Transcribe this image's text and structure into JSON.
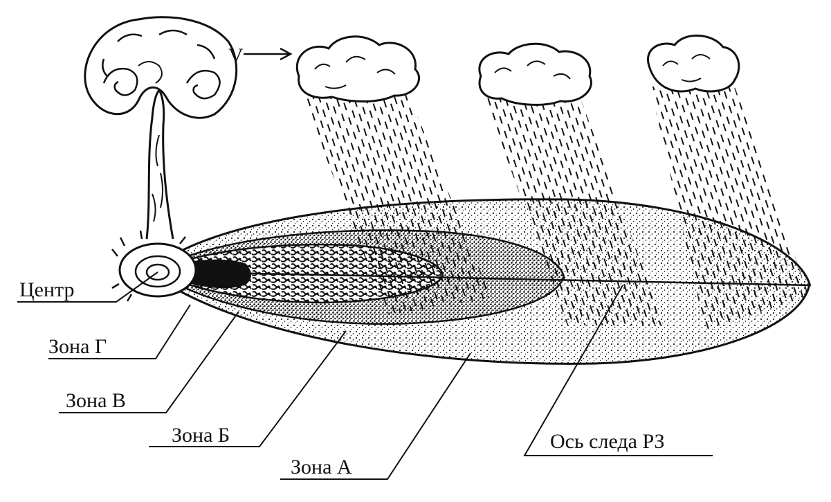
{
  "labels": {
    "wind": "V",
    "center": "Центр",
    "zone_g": "Зона Г",
    "zone_v": "Зона В",
    "zone_b": "Зона Б",
    "zone_a": "Зона А",
    "axis": "Ось следа РЗ"
  },
  "colors": {
    "ink": "#111111",
    "paper": "#ffffff"
  }
}
